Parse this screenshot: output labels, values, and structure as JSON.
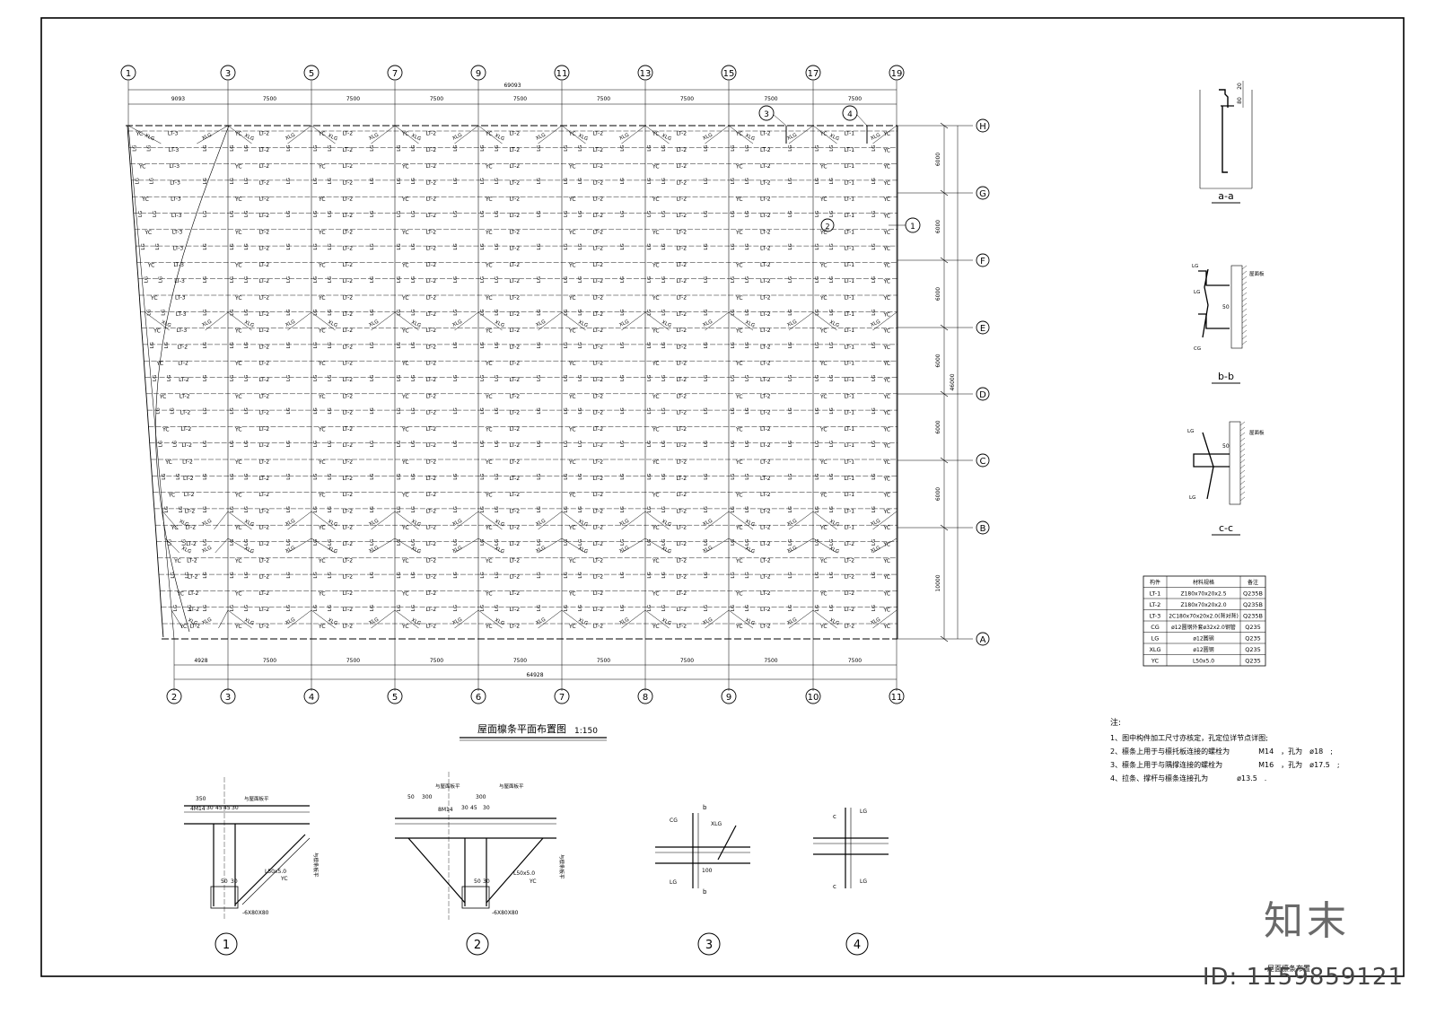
{
  "title": "屋面檩条平面布置图",
  "scale": "1:150",
  "top_axes": [
    "1",
    "3",
    "5",
    "7",
    "9",
    "11",
    "13",
    "15",
    "17",
    "19"
  ],
  "bottom_axes": [
    "2",
    "3",
    "4",
    "5",
    "6",
    "7",
    "8",
    "9",
    "10",
    "11"
  ],
  "row_axes": [
    "H",
    "G",
    "F",
    "E",
    "D",
    "C",
    "B",
    "A"
  ],
  "top_total": "69093",
  "top_spans": [
    "9093",
    "7500",
    "7500",
    "7500",
    "7500",
    "7500",
    "7500",
    "7500",
    "7500"
  ],
  "bottom_total": "64928",
  "bottom_spans": [
    "4928",
    "7500",
    "7500",
    "7500",
    "7500",
    "7500",
    "7500",
    "7500",
    "7500"
  ],
  "right_spans": [
    "6000",
    "6000",
    "6000",
    "6000",
    "6000",
    "6000",
    "10000"
  ],
  "right_total": "46000",
  "labels": {
    "lt1": "LT-1",
    "lt2": "LT-2",
    "lt3": "LT-3",
    "yc": "YC",
    "lg": "LG",
    "xlg": "XLG",
    "ycyc": "YCYC"
  },
  "callouts": [
    "3",
    "4",
    "1"
  ],
  "sections": [
    {
      "name": "a-a"
    },
    {
      "name": "b-b",
      "note": "屋面板"
    },
    {
      "name": "c-c",
      "note": "屋面板"
    }
  ],
  "table": {
    "headers": [
      "构件",
      "材料规格",
      "备注"
    ],
    "rows": [
      [
        "LT-1",
        "Z180x70x20x2.5",
        "Q235B"
      ],
      [
        "LT-2",
        "Z180x70x20x2.0",
        "Q235B"
      ],
      [
        "LT-3",
        "2C180x70x20x2.0(背对背)",
        "Q235B"
      ],
      [
        "CG",
        "ø12圆钢外套ø32x2.0钢管",
        "Q235"
      ],
      [
        "LG",
        "ø12圆钢",
        "Q235"
      ],
      [
        "XLG",
        "ø12圆钢",
        "Q235"
      ],
      [
        "YC",
        "L50x5.0",
        "Q235"
      ]
    ]
  },
  "notes": {
    "head": "注:",
    "items": [
      "1、图中构件加工尺寸亦核定，孔定位详节点详图;",
      "2、檩条上用于与檩托板连接的螺栓为　　　　M14　，孔为　ø18　;",
      "3、檩条上用于与隅撑连接的螺栓为　　　　　M16　，孔为　ø17.5　;",
      "4、拉条、撑杆与檩条连接孔为　　　　ø13.5　."
    ]
  },
  "details": [
    {
      "id": "1",
      "dims": [
        "350",
        "4M14",
        "30",
        "45",
        "45",
        "30",
        "50",
        "30",
        "L50x5.0",
        "YC",
        "-6X80X80",
        "与屋面板平",
        "与檩条板平"
      ]
    },
    {
      "id": "2",
      "dims": [
        "50",
        "300",
        "300",
        "8M14",
        "30",
        "45",
        "30",
        "50",
        "30",
        "L50x5.0",
        "YC",
        "-6X80X80",
        "与屋面板平",
        "与檩条板平"
      ]
    },
    {
      "id": "3",
      "dims": [
        "CG",
        "XLG",
        "LG",
        "100",
        "b"
      ]
    },
    {
      "id": "4",
      "dims": [
        "LG",
        "LG",
        "c"
      ]
    }
  ],
  "section_dims": [
    "20",
    "80",
    "50",
    "LG",
    "CG"
  ],
  "brand": "知末",
  "id_text": "ID: 1159859121",
  "title_block": "屋面檩条布置"
}
